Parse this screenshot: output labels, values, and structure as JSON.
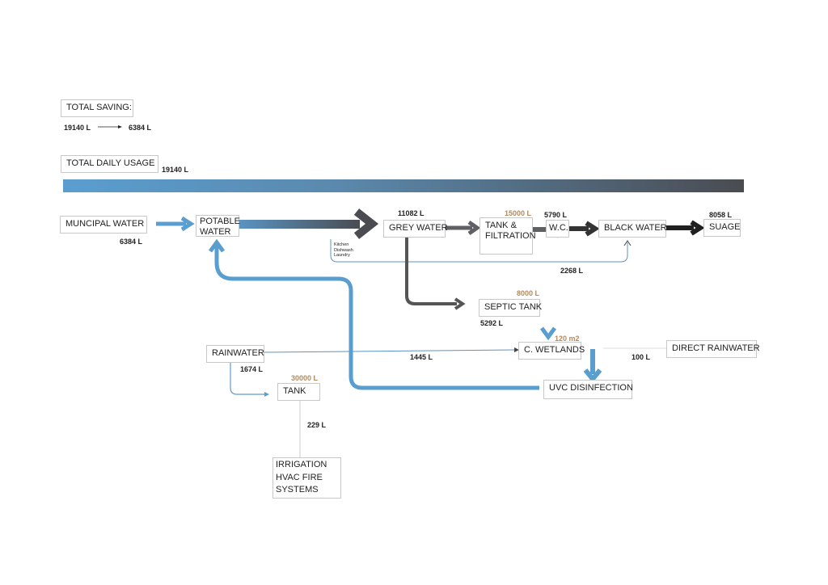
{
  "total_saving": {
    "label": "TOTAL SAVING:",
    "from": "19140 L",
    "to": "6384 L"
  },
  "total_daily_usage": {
    "label": "TOTAL DAILY USAGE",
    "value": "19140 L"
  },
  "nodes": {
    "municipal_water": "MUNCIPAL WATER",
    "potable_water": "POTABLE WATER",
    "grey_water": "GREY WATER",
    "tank_filtration": "TANK & FILTRATION",
    "wc": "W.C.",
    "black_water": "BLACK WATER",
    "suage": "SUAGE",
    "septic_tank": "SEPTIC TANK",
    "c_wetlands": "C. WETLANDS",
    "direct_rainwater": "DIRECT RAINWATER",
    "rainwater": "RAINWATER",
    "tank": "TANK",
    "uvc_disinfection": "UVC DISINFECTION",
    "uses": "IRRIGATION HVAC FIRE SYSTEMS"
  },
  "flows": {
    "municipal": "6384 L",
    "grey_water": "11082 L",
    "wc": "5790 L",
    "suage": "8058 L",
    "kitchen_to_black": "2268 L",
    "septic": "5292 L",
    "rain_to_wetlands": "1445 L",
    "direct_rain": "100 L",
    "rainwater": "1674 L",
    "tank_out": "229 L"
  },
  "capacities": {
    "tank_filtration": "15000 L",
    "septic_tank": "8000 L",
    "wetlands": "120 m2",
    "tank": "30000 L"
  },
  "grey_sources": "Kitchen\nDishwash\nLaundry",
  "colors": {
    "blue": "#5a9ed0",
    "dark": "#2b2b2b",
    "grey": "#5f6064",
    "capacity": "#b48a5c"
  }
}
